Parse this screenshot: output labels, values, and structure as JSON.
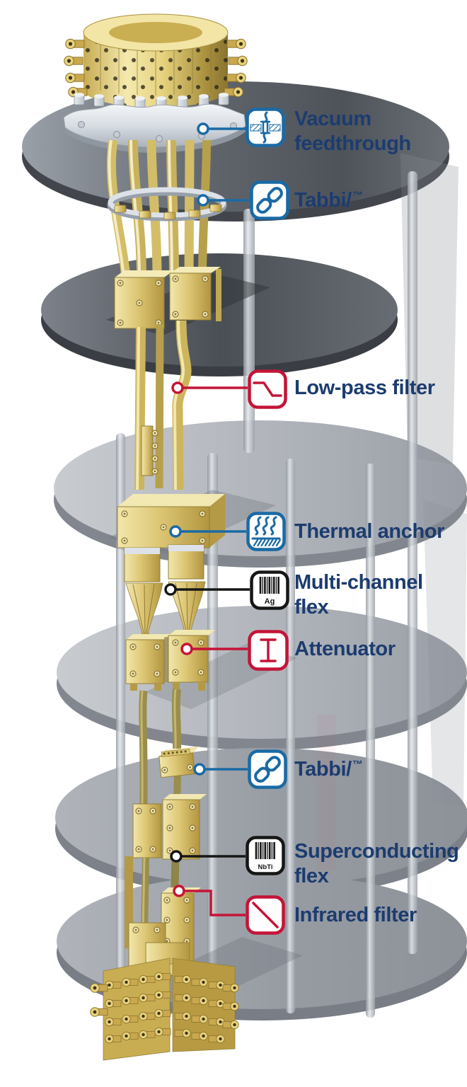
{
  "figure": {
    "kind": "cryostat-wiring-stack-diagram"
  },
  "colors": {
    "accent_blue": "#1a6aa5",
    "accent_red": "#c41437",
    "accent_black": "#161616",
    "label_text": "#1c3c6f",
    "gold": "#ddc775",
    "plate_grey": "#9aa0a8"
  },
  "callouts": [
    {
      "id": "vacuum-feedthrough",
      "icon": "feedthrough-icon",
      "accent": "blue",
      "line1": "Vacuum",
      "line2": "feedthrough"
    },
    {
      "id": "tabbi-upper",
      "icon": "link-icon",
      "accent": "blue",
      "line1": "Tabbi/",
      "suffix": "™"
    },
    {
      "id": "low-pass-filter",
      "icon": "low-pass-icon",
      "accent": "red",
      "line1": "Low-pass filter"
    },
    {
      "id": "thermal-anchor",
      "icon": "thermal-anchor-icon",
      "accent": "blue",
      "line1": "Thermal anchor"
    },
    {
      "id": "multi-channel-flex",
      "icon": "flex-stripes-icon",
      "accent": "black",
      "line1": "Multi-channel",
      "line2": "flex",
      "badge": "Ag"
    },
    {
      "id": "attenuator",
      "icon": "attenuator-icon",
      "accent": "red",
      "line1": "Attenuator"
    },
    {
      "id": "tabbi-lower",
      "icon": "link-icon",
      "accent": "blue",
      "line1": "Tabbi/",
      "suffix": "™"
    },
    {
      "id": "superconducting-flex",
      "icon": "flex-stripes-icon",
      "accent": "black",
      "line1": "Superconducting",
      "line2": "flex",
      "badge": "NbTi"
    },
    {
      "id": "infrared-filter",
      "icon": "infrared-icon",
      "accent": "red",
      "line1": "Infrared filter"
    }
  ]
}
